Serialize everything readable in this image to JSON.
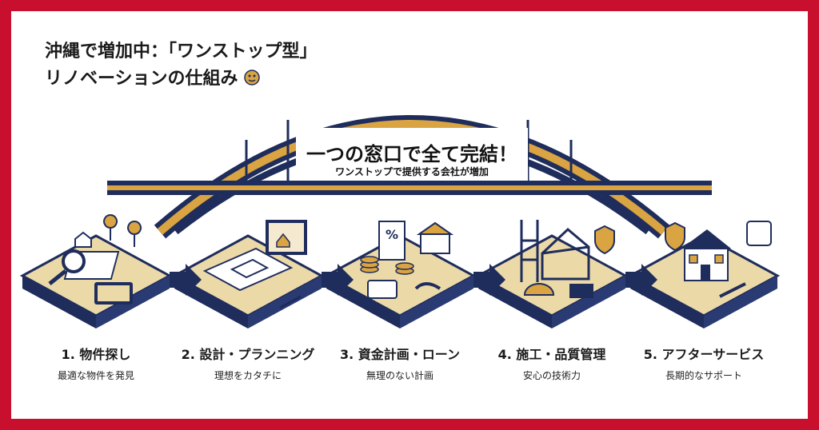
{
  "title": {
    "line1": "沖縄で増加中：「ワンストップ型」",
    "line2": "リノベーションの仕組み"
  },
  "bridge": {
    "headline": "一つの窓口で全て完結！",
    "subline": "ワンストップで提供する会社が増加"
  },
  "steps": [
    {
      "title": "1. 物件探し",
      "subtitle": "最適な物件を発見",
      "icon": "map-search-icon"
    },
    {
      "title": "2. 設計・プランニング",
      "subtitle": "理想をカタチに",
      "icon": "blueprint-icon"
    },
    {
      "title": "3. 資金計画・ローン",
      "subtitle": "無理のない計画",
      "icon": "finance-icon"
    },
    {
      "title": "4. 施工・品質管理",
      "subtitle": "安心の技術力",
      "icon": "construction-icon"
    },
    {
      "title": "5. アフターサービス",
      "subtitle": "長期的なサポート",
      "icon": "house-support-icon"
    }
  ],
  "colors": {
    "frame": "#c8102e",
    "navy": "#1f2d5c",
    "gold": "#d9a441",
    "tile": "#ecd9a8"
  }
}
